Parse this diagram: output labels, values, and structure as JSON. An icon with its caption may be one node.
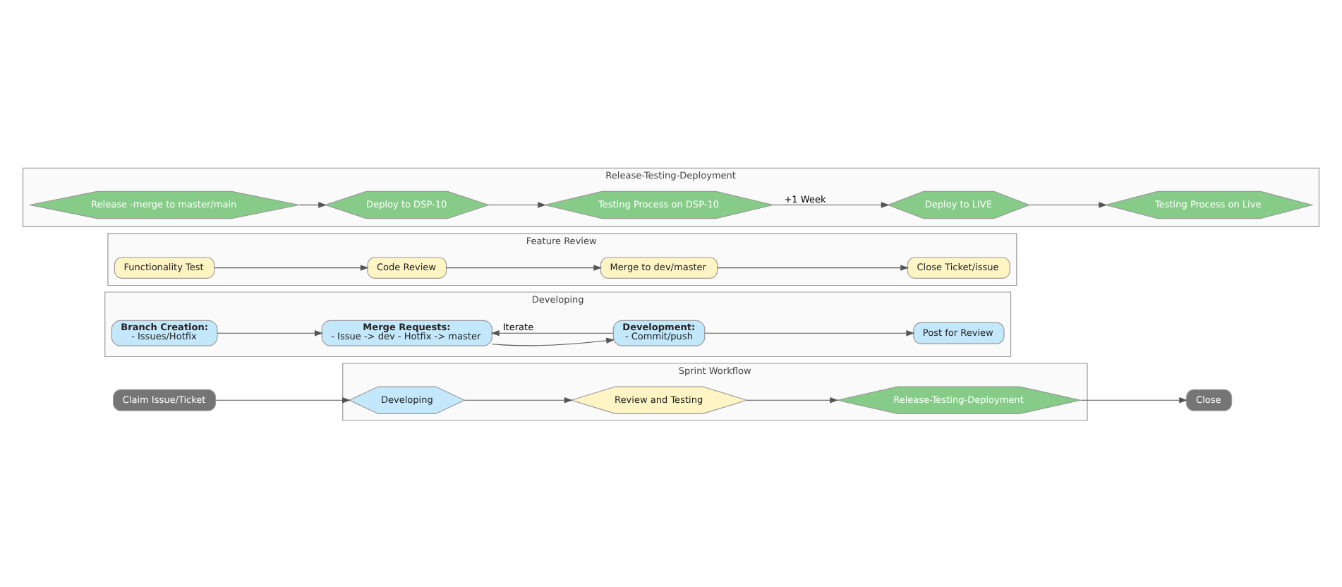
{
  "diagram": {
    "nodes": [
      {
        "text": [
          "Sprint Workflow"
        ]
      },
      {
        "text": [
          "Claim Issue/Ticket"
        ]
      },
      {
        "text": [
          "Developing"
        ],
        "in": 0
      },
      {
        "text": [
          "Review and Testing"
        ],
        "in": 0
      },
      {
        "text": [
          "Release-Testing-Deployment"
        ],
        "in": 0
      },
      {
        "text": [
          "Close"
        ]
      },
      {
        "text": [
          "Developing"
        ]
      },
      {
        "text": [
          "Branch Creation:",
          "- Issues/Hotfix"
        ],
        "in": 6
      },
      {
        "text": [
          "Merge Requests:",
          "- Issue -> dev - Hotfix -> master"
        ],
        "in": 6
      },
      {
        "text": [
          "Development:",
          "- Commit/push"
        ],
        "in": 6
      },
      {
        "text": [
          "Post for Review"
        ],
        "in": 6
      },
      {
        "text": [
          "Feature Review"
        ]
      },
      {
        "text": [
          "Functionality Test"
        ],
        "in": 11
      },
      {
        "text": [
          "Code Review"
        ],
        "in": 11
      },
      {
        "text": [
          "Merge to dev/master"
        ],
        "in": 11
      },
      {
        "text": [
          "Close Ticket/issue"
        ],
        "in": 11
      },
      {
        "text": [
          "Release-Testing-Deployment"
        ]
      },
      {
        "text": [
          "Release -merge to master/main"
        ],
        "in": 16
      },
      {
        "text": [
          "Deploy to DSP-10"
        ],
        "in": 16
      },
      {
        "text": [
          "Testing Process on DSP-10"
        ],
        "in": 16
      },
      {
        "text": [
          "Deploy to LIVE"
        ],
        "in": 16
      },
      {
        "text": [
          "Testing Process on Live"
        ],
        "in": 16
      }
    ],
    "edges": [
      {
        "from": 1,
        "to": 2,
        "arrow": "to"
      },
      {
        "from": 2,
        "to": 3,
        "arrow": "to"
      },
      {
        "from": 3,
        "to": 4,
        "arrow": "to"
      },
      {
        "from": 4,
        "to": 5,
        "arrow": "to"
      },
      {
        "from": 7,
        "to": 8,
        "arrow": "to"
      },
      {
        "from": 8,
        "to": 9,
        "arrow": "to"
      },
      {
        "from": 9,
        "to": 8,
        "arrow": "to",
        "label": "Iterate"
      },
      {
        "from": 9,
        "to": 10,
        "arrow": "to"
      },
      {
        "from": 12,
        "to": 13,
        "arrow": "to"
      },
      {
        "from": 13,
        "to": 14,
        "arrow": "to"
      },
      {
        "from": 14,
        "to": 15,
        "arrow": "to"
      },
      {
        "from": 17,
        "to": 18,
        "arrow": "to"
      },
      {
        "from": 18,
        "to": 19,
        "arrow": "to"
      },
      {
        "from": 19,
        "to": 20,
        "arrow": "to",
        "label": "+1 Week"
      },
      {
        "from": 20,
        "to": 21,
        "arrow": "to"
      }
    ]
  }
}
